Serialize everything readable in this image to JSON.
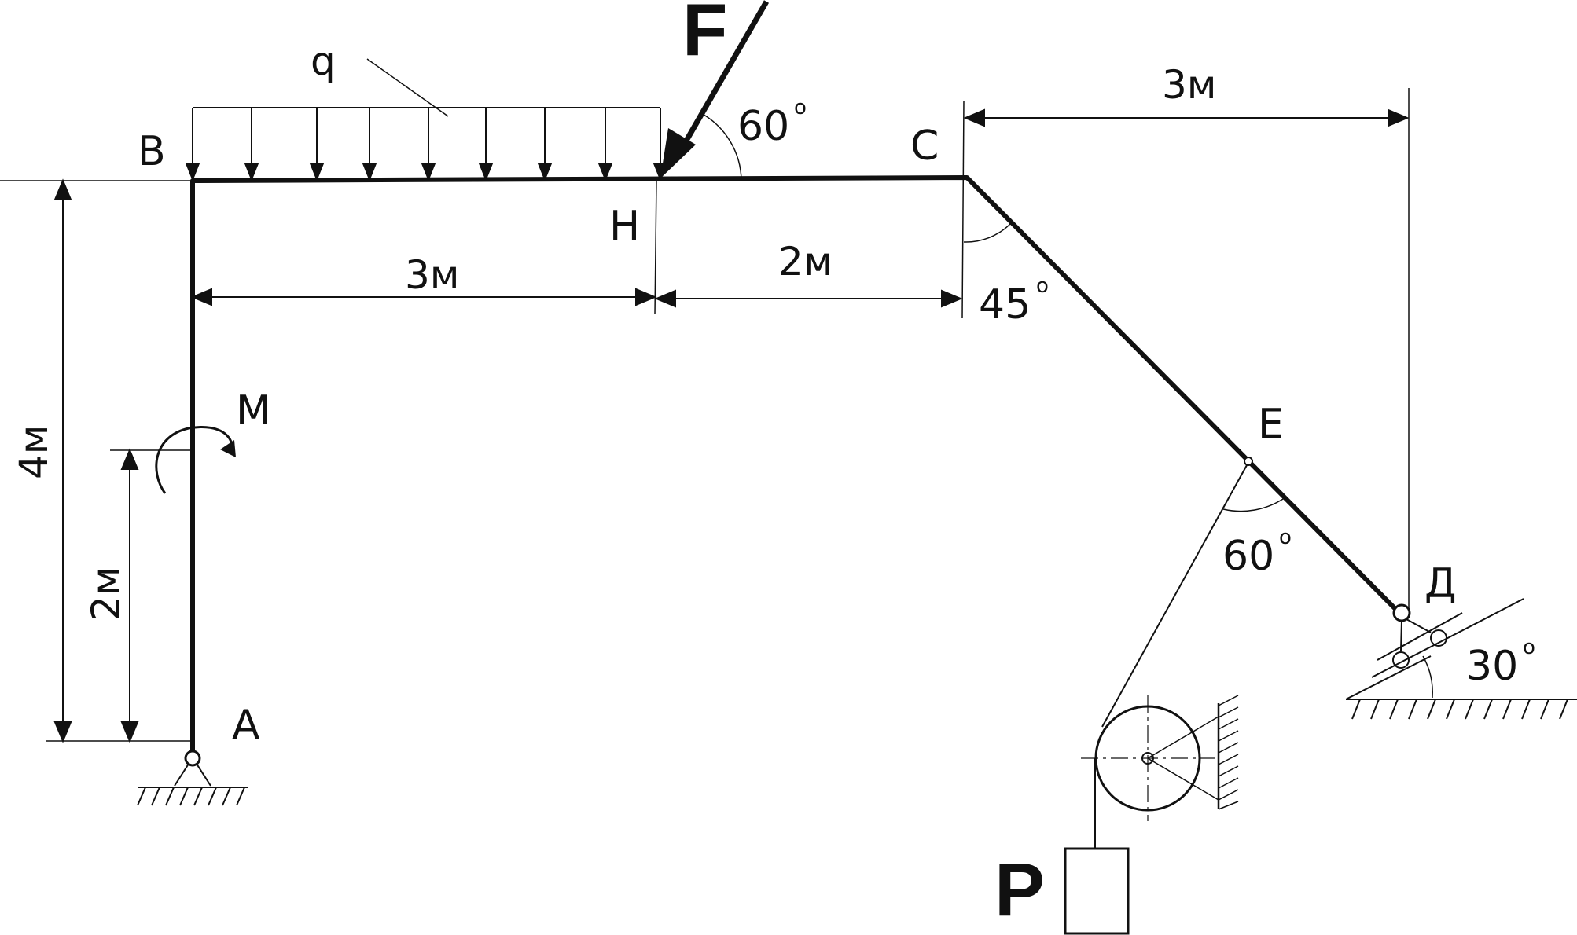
{
  "labels": {
    "q": "q",
    "F": "F",
    "B": "B",
    "H": "H",
    "C": "C",
    "A": "A",
    "M": "M",
    "E": "E",
    "D": "Д",
    "P": "P"
  },
  "dimensions": {
    "bh": "3м",
    "hc": "2м",
    "cd": "3м",
    "height_total": "4м",
    "height_moment": "2м"
  },
  "angles": {
    "force": "60",
    "c_corner": "45",
    "e_rope": "60",
    "support": "30",
    "degree_mark": "o"
  }
}
